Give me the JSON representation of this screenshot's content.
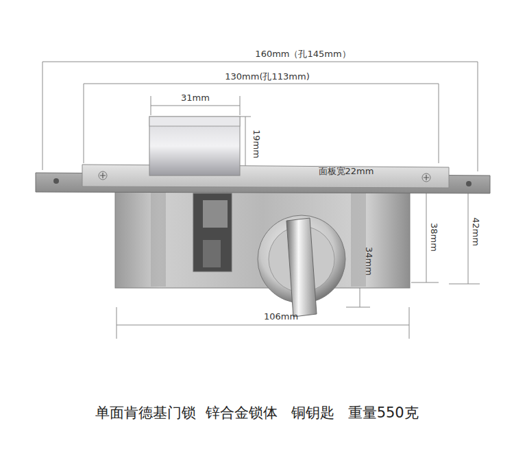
{
  "diagram": {
    "caption": "单面肯德基门锁  锌合金锁体   铜钥匙   重量550克",
    "labels": [
      "160mm（孔145mm）",
      "130mm(孔113mm)",
      "31mm",
      "19mm",
      "面板宽22mm",
      "38mm",
      "34mm",
      "42mm",
      "106mm"
    ]
  }
}
